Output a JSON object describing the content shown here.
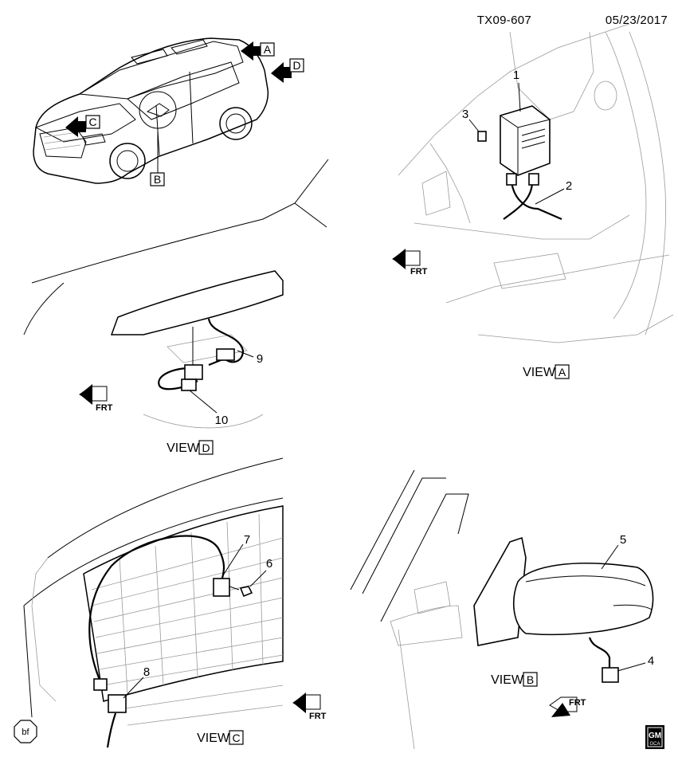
{
  "header": {
    "drawing_id": "TX09-607",
    "date": "05/23/2017"
  },
  "vehicle_view_tags": {
    "a": "A",
    "b": "B",
    "c": "C",
    "d": "D"
  },
  "callouts": {
    "p1": "1",
    "p2": "2",
    "p3": "3",
    "p4": "4",
    "p5": "5",
    "p6": "6",
    "p7": "7",
    "p8": "8",
    "p9": "9",
    "p10": "10"
  },
  "views": {
    "a": {
      "word": "VIEW",
      "letter": "A"
    },
    "b": {
      "word": "VIEW",
      "letter": "B"
    },
    "c": {
      "word": "VIEW",
      "letter": "C"
    },
    "d": {
      "word": "VIEW",
      "letter": "D"
    }
  },
  "front_indicator": {
    "text": "FRT",
    "icon": "front-direction-arrow-icon"
  },
  "footer": {
    "left_badge": "bf",
    "logo_top": "GM",
    "logo_bottom": "GCA"
  }
}
